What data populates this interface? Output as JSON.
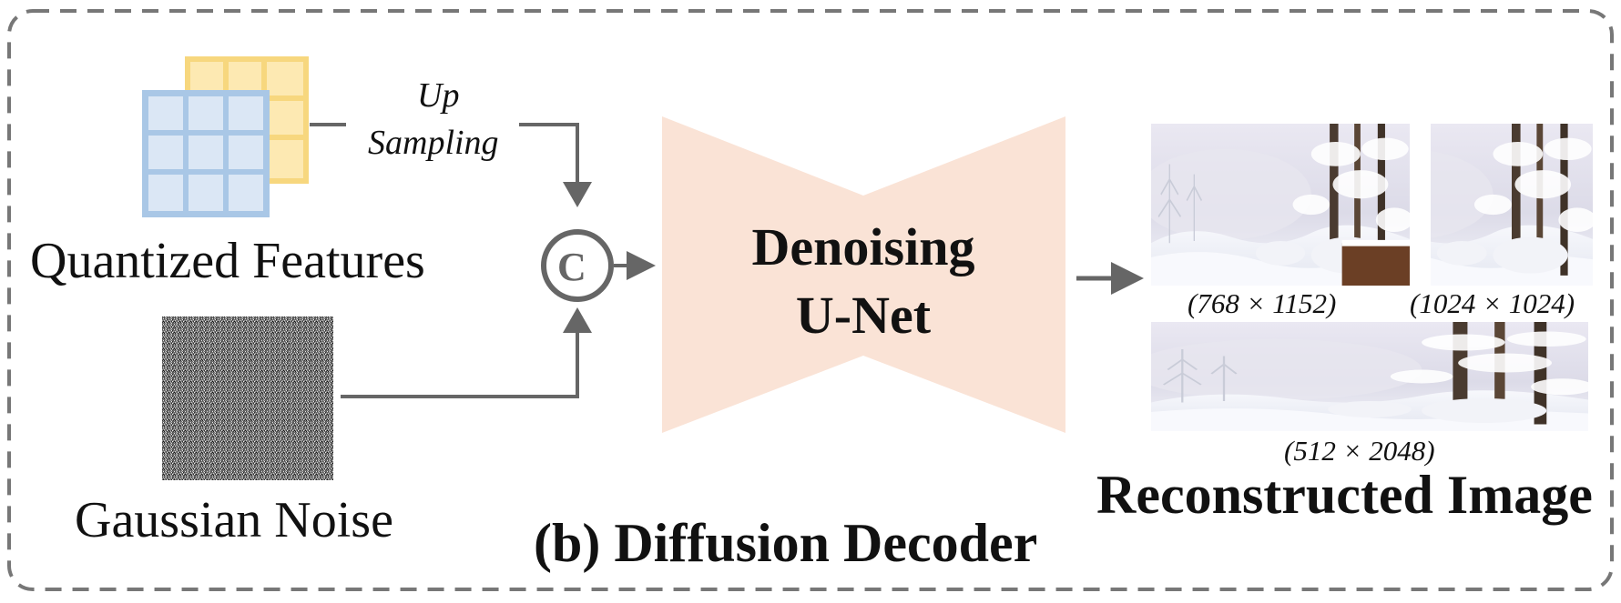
{
  "diagram": {
    "caption": "(b) Diffusion Decoder",
    "inputs": {
      "quantized_label": "Quantized Features",
      "noise_label": "Gaussian Noise",
      "upsample_line1": "Up",
      "upsample_line2": "Sampling"
    },
    "concat_symbol": "C",
    "unet": {
      "line1": "Denoising",
      "line2": "U-Net"
    },
    "output": {
      "title": "Reconstructed Image",
      "resolutions": [
        "(768 × 1152)",
        "(1024 × 1024)",
        "(512 × 2048)"
      ]
    },
    "colors": {
      "border": "#777777",
      "arrow": "#666666",
      "unet_fill": "#fae3d6",
      "grid_blue_fill": "#dbe7f5",
      "grid_blue_stroke": "#a9c7e6",
      "grid_yellow_fill": "#fde9b2",
      "grid_yellow_stroke": "#f7d77e"
    },
    "icons": [
      "feature-grid-icon",
      "noise-square-icon",
      "concat-circle-icon",
      "winter-landscape-image"
    ]
  }
}
